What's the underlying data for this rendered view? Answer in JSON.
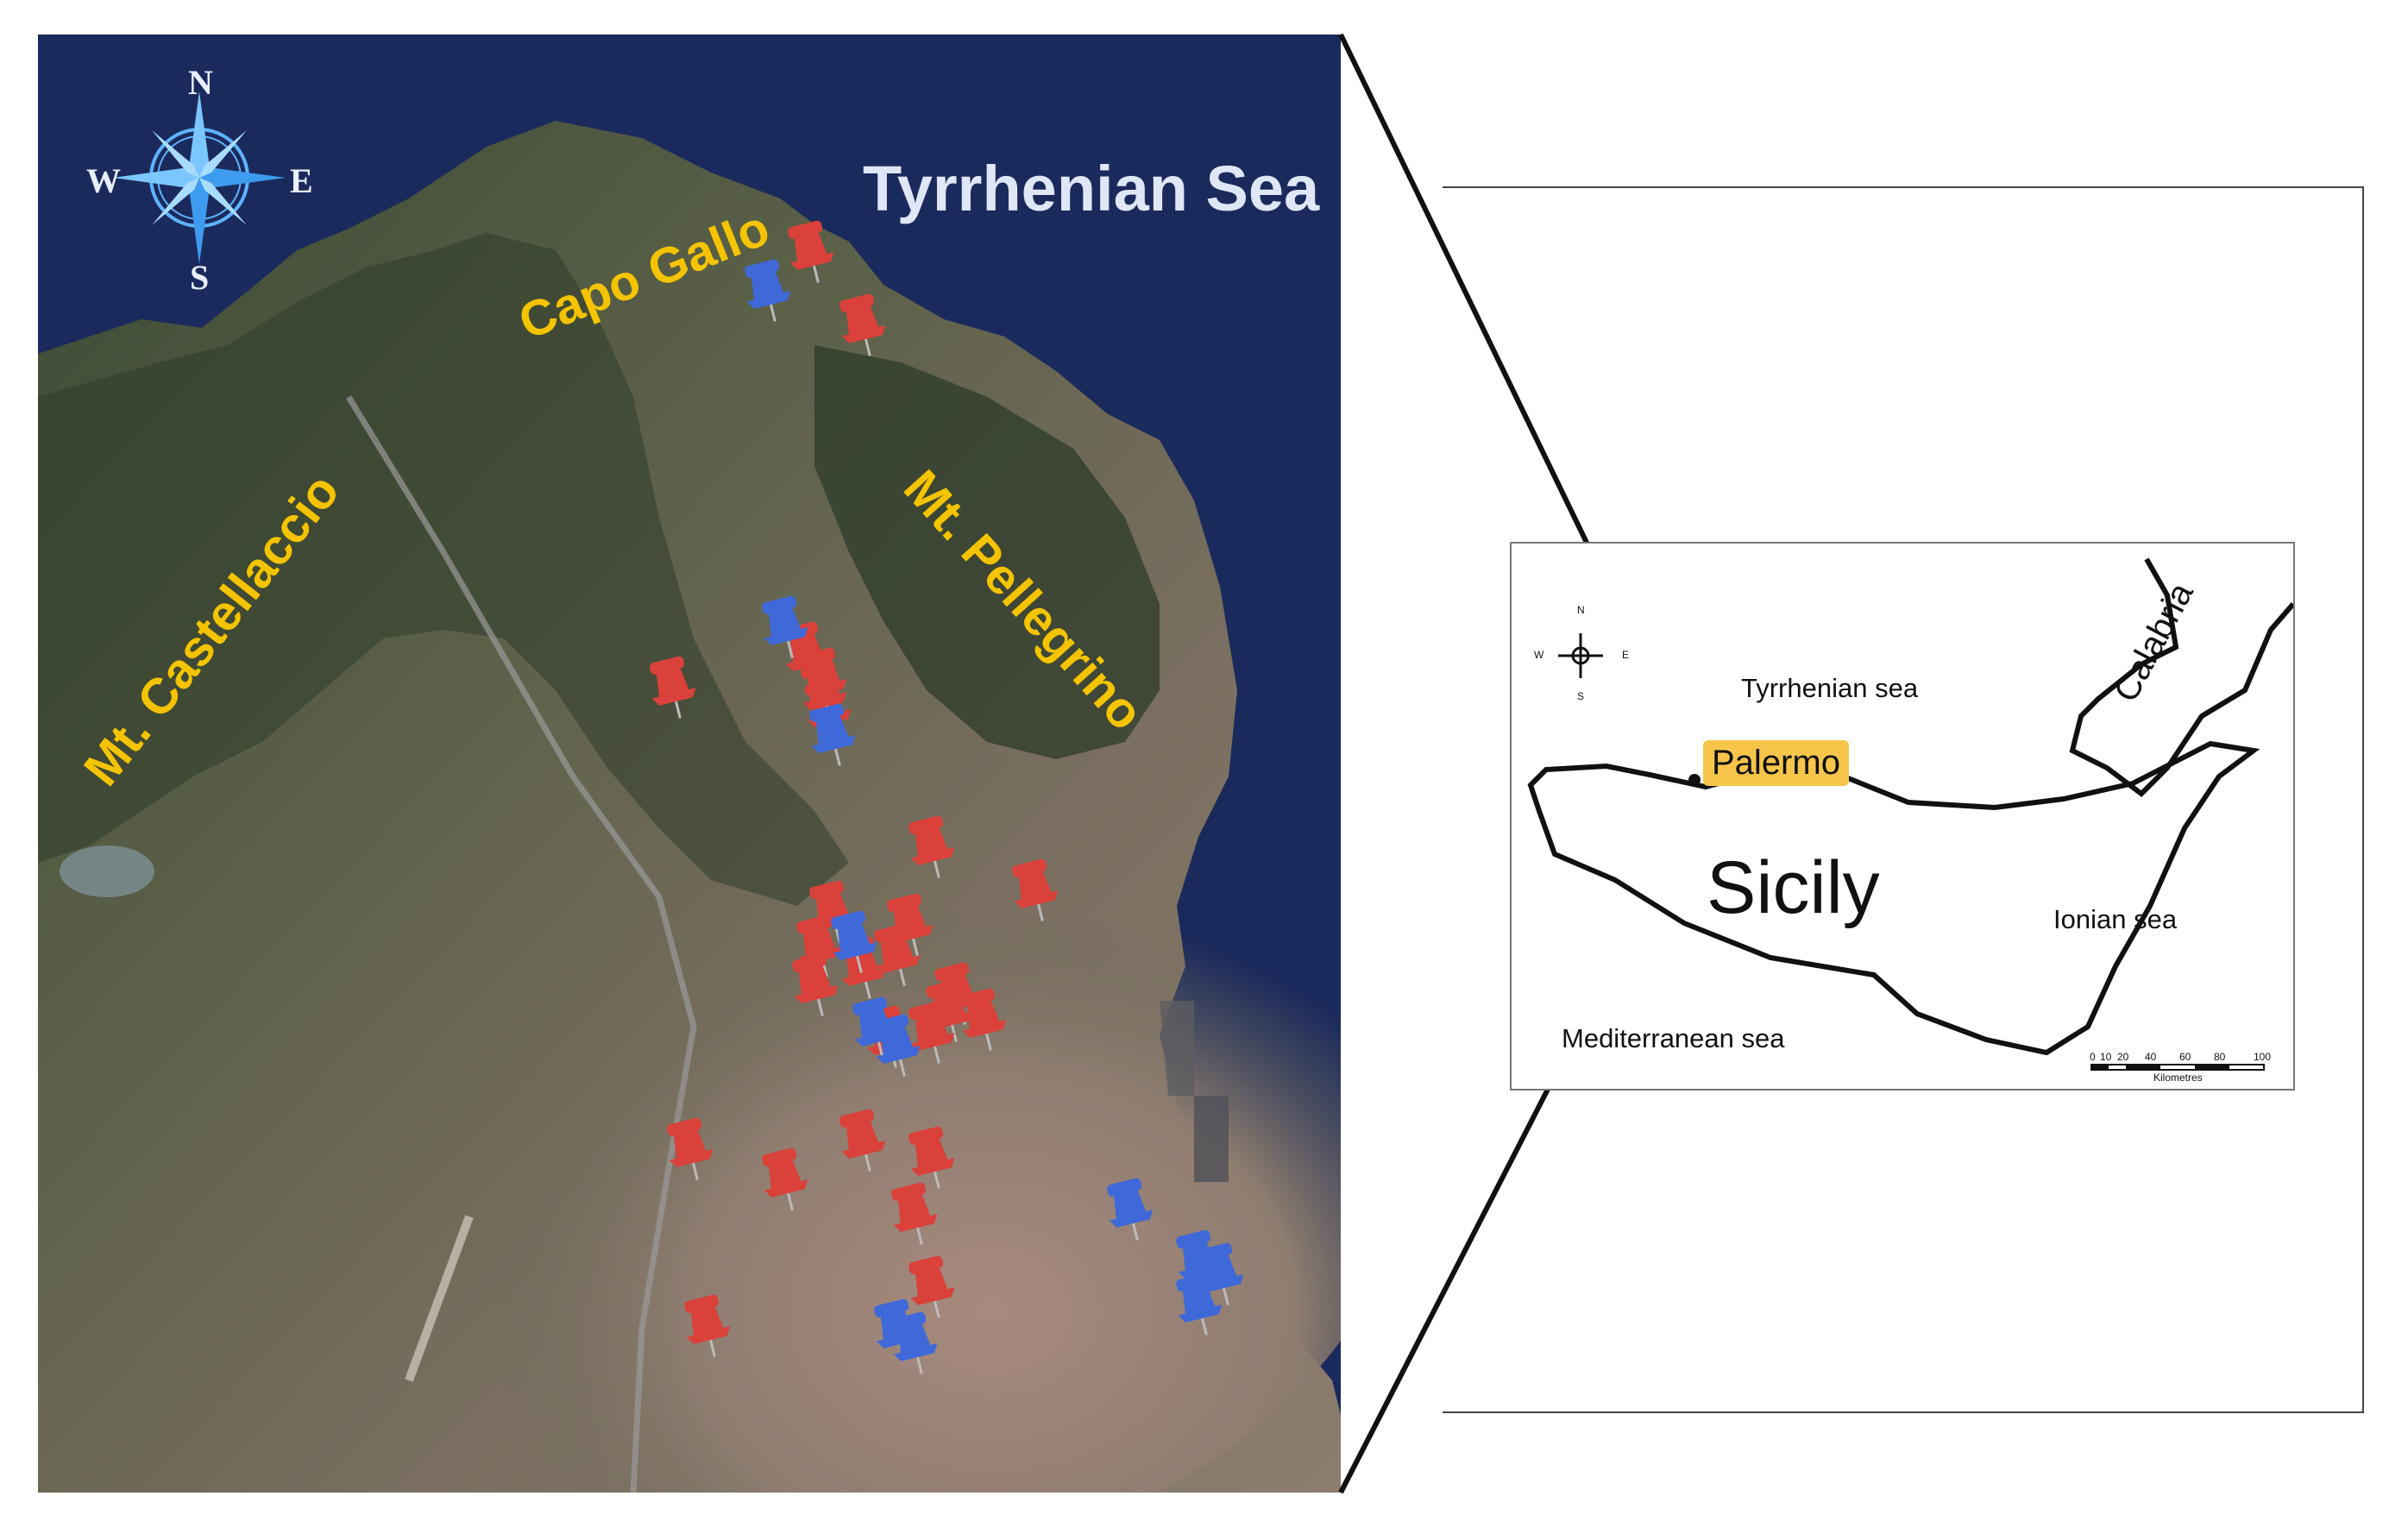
{
  "satellite": {
    "sea_label": "Tyrrhenian Sea",
    "places": {
      "capo_gallo": "Capo Gallo",
      "mt_pellegrino": "Mt. Pellegrino",
      "mt_castellaccio": "Mt. Castellaccio"
    },
    "compass": {
      "north": "N",
      "south": "S",
      "east": "E",
      "west": "W"
    }
  },
  "inset": {
    "tyrrhenian": "Tyrrhenian sea",
    "palermo": "Palermo",
    "sicily": "Sicily",
    "calabria": "Calabria",
    "ionian": "Ionian sea",
    "mediterranean": "Mediterranean sea",
    "compass": {
      "north": "N",
      "south": "S",
      "east": "E",
      "west": "W"
    },
    "scale_ticks": [
      "0",
      "10",
      "20",
      "40",
      "60",
      "80",
      "100"
    ],
    "scale_unit": "Kilometres"
  },
  "legend_colors": {
    "red_pin": "#d9413a",
    "blue_pin": "#3f68d8",
    "sea": "#1b2a5c",
    "label_yellow": "#f5c400",
    "palermo_highlight": "#f6c54a"
  },
  "pins": {
    "red_count": 27,
    "blue_count": 12
  }
}
